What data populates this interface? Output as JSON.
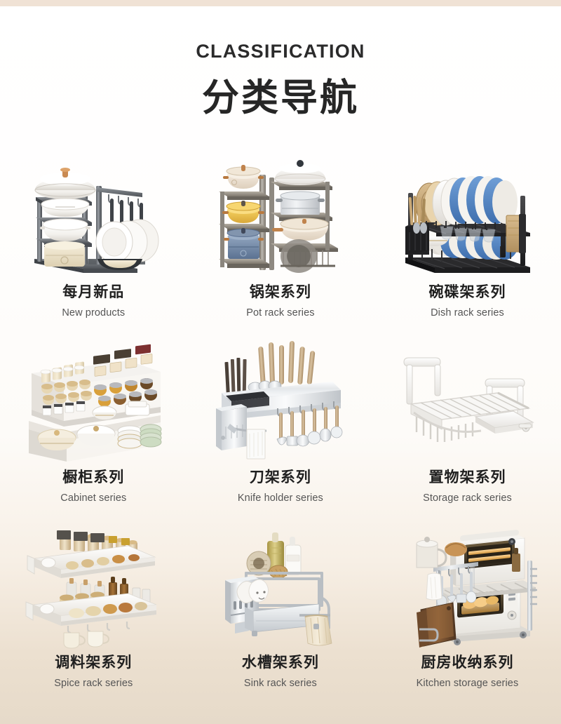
{
  "page": {
    "top_strip_color": "#f0e2d5",
    "background_top_color": "#ffffff",
    "background_bottom_color": "#e6dac9",
    "text_color": "#1f1f1f",
    "subtext_color": "#555555"
  },
  "header": {
    "title_en": "CLASSIFICATION",
    "title_cn": "分类导航"
  },
  "categories": [
    {
      "id": "new-products",
      "label_cn": "每月新品",
      "label_en": "New products",
      "icon": "pot-rack-tiered-icon"
    },
    {
      "id": "pot-rack-series",
      "label_cn": "锅架系列",
      "label_en": "Pot rack series",
      "icon": "pot-rack-stepped-icon"
    },
    {
      "id": "dish-rack-series",
      "label_cn": "碗碟架系列",
      "label_en": "Dish rack series",
      "icon": "dish-rack-icon"
    },
    {
      "id": "cabinet-series",
      "label_cn": "橱柜系列",
      "label_en": "Cabinet series",
      "icon": "cabinet-drawer-icon"
    },
    {
      "id": "knife-holder-series",
      "label_cn": "刀架系列",
      "label_en": "Knife holder series",
      "icon": "knife-holder-icon"
    },
    {
      "id": "storage-rack-series",
      "label_cn": "置物架系列",
      "label_en": "Storage rack series",
      "icon": "storage-basket-icon"
    },
    {
      "id": "spice-rack-series",
      "label_cn": "调料架系列",
      "label_en": "Spice rack series",
      "icon": "spice-shelf-icon"
    },
    {
      "id": "sink-rack-series",
      "label_cn": "水槽架系列",
      "label_en": "Sink rack series",
      "icon": "sink-caddy-icon"
    },
    {
      "id": "kitchen-storage-series",
      "label_cn": "厨房收纳系列",
      "label_en": "Kitchen storage series",
      "icon": "appliance-rack-icon"
    }
  ]
}
